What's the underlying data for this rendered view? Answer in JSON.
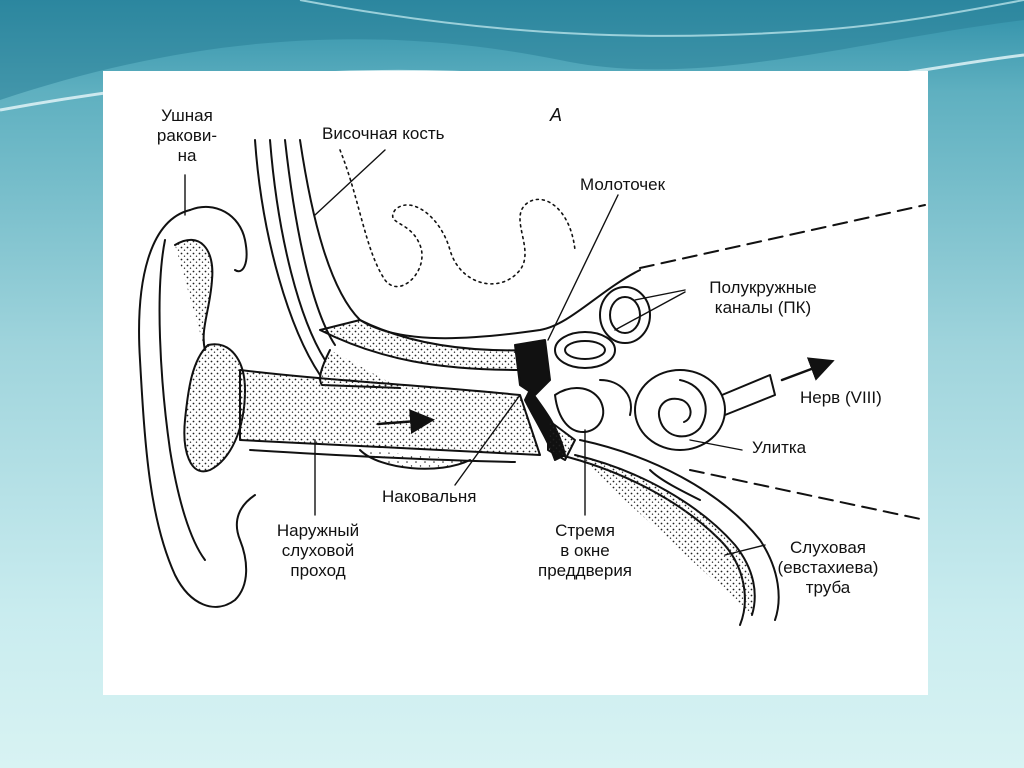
{
  "figure": {
    "panel_letter": "А",
    "labels": {
      "auricle": [
        "Ушная",
        "ракови-",
        "на"
      ],
      "temporal_bone": "Височная кость",
      "malleus": "Молоточек",
      "semicircular_canals": [
        "Полукружные",
        "каналы (ПК)"
      ],
      "nerve": "Нерв (VIII)",
      "cochlea": "Улитка",
      "incus": "Наковальня",
      "ear_canal": [
        "Наружный",
        "слуховой",
        "проход"
      ],
      "stapes": [
        "Стремя",
        "в окне",
        "преддверия"
      ],
      "eustachian_tube": [
        "Слуховая",
        "(евстахиева)",
        "труба"
      ]
    }
  },
  "colors": {
    "background_top": "#2e8fa8",
    "background_bottom": "#d8f3f3",
    "card": "#ffffff",
    "ink": "#111111"
  }
}
